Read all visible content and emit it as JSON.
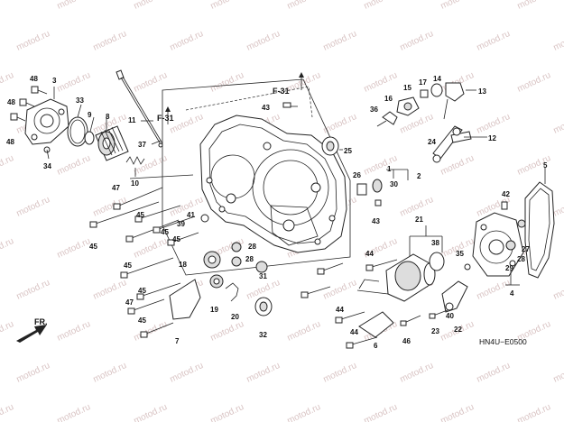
{
  "watermark": "motod.ru",
  "diagram_code": "HN4U−E0500",
  "front_indicator": "FR.",
  "ref_top": "F-31",
  "ref_left": "F-31",
  "callouts": [
    {
      "id": "c48a",
      "text": "48"
    },
    {
      "id": "c48b",
      "text": "48"
    },
    {
      "id": "c48c",
      "text": "48"
    },
    {
      "id": "c3",
      "text": "3"
    },
    {
      "id": "c33",
      "text": "33"
    },
    {
      "id": "c9",
      "text": "9"
    },
    {
      "id": "c8",
      "text": "8"
    },
    {
      "id": "c34",
      "text": "34"
    },
    {
      "id": "c11",
      "text": "11"
    },
    {
      "id": "c37",
      "text": "37"
    },
    {
      "id": "c10",
      "text": "10"
    },
    {
      "id": "c47a",
      "text": "47"
    },
    {
      "id": "c45a",
      "text": "45"
    },
    {
      "id": "c45b",
      "text": "45"
    },
    {
      "id": "c45c",
      "text": "45"
    },
    {
      "id": "c45d",
      "text": "45"
    },
    {
      "id": "c45e",
      "text": "45"
    },
    {
      "id": "c45f",
      "text": "45"
    },
    {
      "id": "c45g",
      "text": "45"
    },
    {
      "id": "c41",
      "text": "41"
    },
    {
      "id": "c39",
      "text": "39"
    },
    {
      "id": "c18",
      "text": "18"
    },
    {
      "id": "c47b",
      "text": "47"
    },
    {
      "id": "c7",
      "text": "7"
    },
    {
      "id": "c19",
      "text": "19"
    },
    {
      "id": "c20",
      "text": "20"
    },
    {
      "id": "c28a",
      "text": "28"
    },
    {
      "id": "c28b",
      "text": "28"
    },
    {
      "id": "c31",
      "text": "31"
    },
    {
      "id": "c32",
      "text": "32"
    },
    {
      "id": "c43a",
      "text": "43"
    },
    {
      "id": "c25",
      "text": "25"
    },
    {
      "id": "c1",
      "text": "1"
    },
    {
      "id": "c2",
      "text": "2"
    },
    {
      "id": "c26",
      "text": "26"
    },
    {
      "id": "c30",
      "text": "30"
    },
    {
      "id": "c43b",
      "text": "43"
    },
    {
      "id": "c36",
      "text": "36"
    },
    {
      "id": "c16",
      "text": "16"
    },
    {
      "id": "c15",
      "text": "15"
    },
    {
      "id": "c17",
      "text": "17"
    },
    {
      "id": "c14",
      "text": "14"
    },
    {
      "id": "c13",
      "text": "13"
    },
    {
      "id": "c24",
      "text": "24"
    },
    {
      "id": "c12",
      "text": "12"
    },
    {
      "id": "c5",
      "text": "5"
    },
    {
      "id": "c42",
      "text": "42"
    },
    {
      "id": "c21",
      "text": "21"
    },
    {
      "id": "c38",
      "text": "38"
    },
    {
      "id": "c44a",
      "text": "44"
    },
    {
      "id": "c44b",
      "text": "44"
    },
    {
      "id": "c44c",
      "text": "44"
    },
    {
      "id": "c35",
      "text": "35"
    },
    {
      "id": "c27",
      "text": "27"
    },
    {
      "id": "c29",
      "text": "29"
    },
    {
      "id": "c28c",
      "text": "28"
    },
    {
      "id": "c4",
      "text": "4"
    },
    {
      "id": "c40",
      "text": "40"
    },
    {
      "id": "c22",
      "text": "22"
    },
    {
      "id": "c23",
      "text": "23"
    },
    {
      "id": "c46",
      "text": "46"
    },
    {
      "id": "c6",
      "text": "6"
    }
  ]
}
